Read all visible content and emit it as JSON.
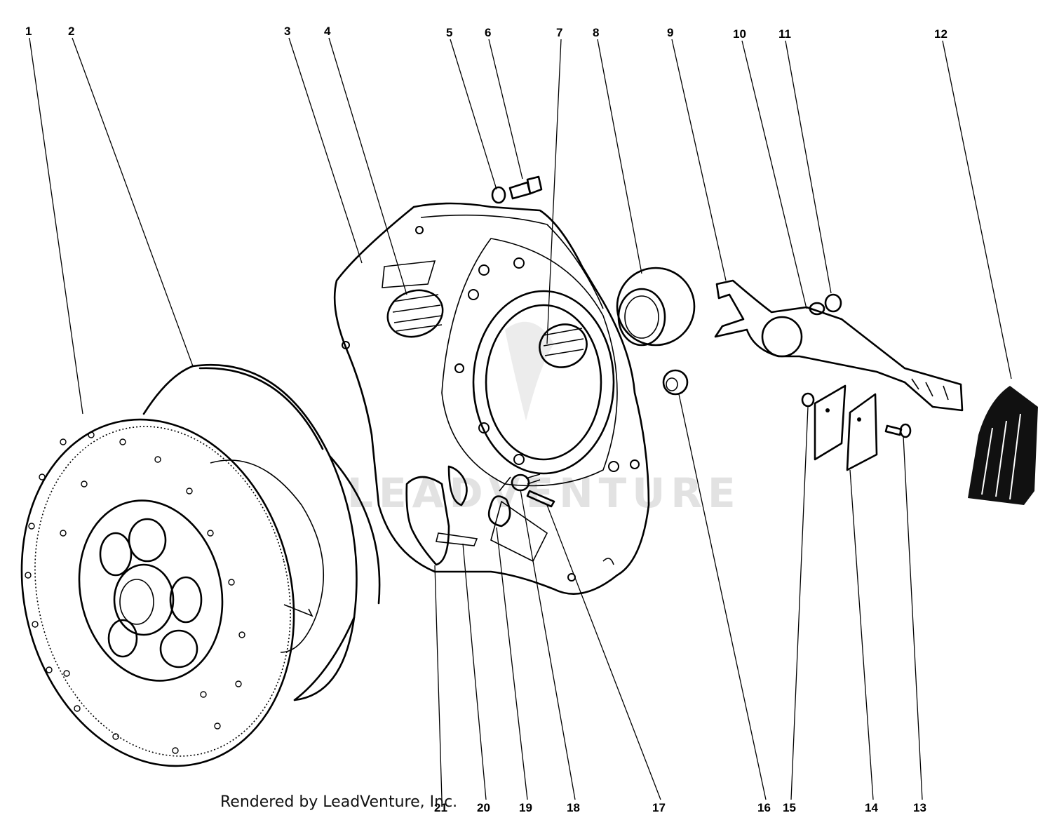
{
  "watermark": {
    "text": "LEADVENTURE",
    "color": "#e2e2e2"
  },
  "credit": "Rendered by LeadVenture, Inc.",
  "callouts": {
    "c1": "1",
    "c2": "2",
    "c3": "3",
    "c4": "4",
    "c5": "5",
    "c6": "6",
    "c7": "7",
    "c8": "8",
    "c9": "9",
    "c10": "10",
    "c11": "11",
    "c12": "12",
    "c13": "13",
    "c14": "14",
    "c15": "15",
    "c16": "16",
    "c17": "17",
    "c18": "18",
    "c19": "19",
    "c20": "20",
    "c21": "21"
  }
}
